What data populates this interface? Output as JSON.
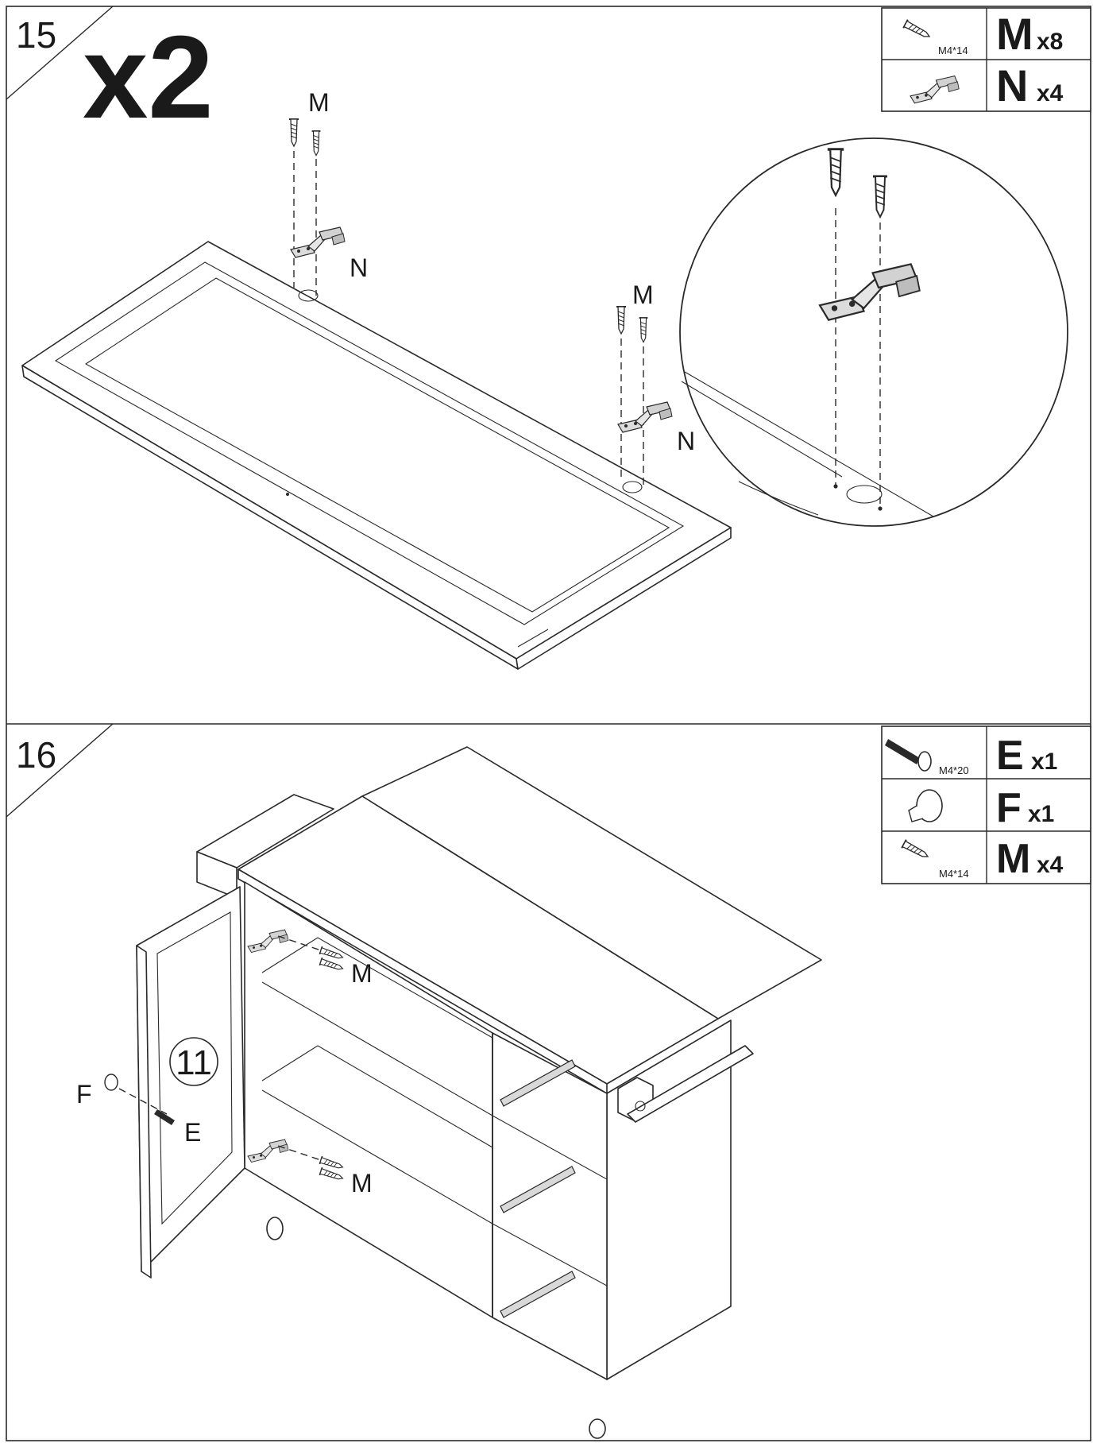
{
  "steps": [
    {
      "number": "15",
      "multiplier": "x2",
      "parts": [
        {
          "letter": "M",
          "qty": "x8",
          "spec": "M4*14",
          "icon": "wood-screw-icon"
        },
        {
          "letter": "N",
          "qty": "x4",
          "spec": "",
          "icon": "hinge-icon"
        }
      ],
      "callouts": {
        "screw": "M",
        "hinge": "N"
      }
    },
    {
      "number": "16",
      "parts": [
        {
          "letter": "E",
          "qty": "x1",
          "spec": "M4*20",
          "icon": "machine-bolt-icon"
        },
        {
          "letter": "F",
          "qty": "x1",
          "spec": "",
          "icon": "knob-icon"
        },
        {
          "letter": "M",
          "qty": "x4",
          "spec": "M4*14",
          "icon": "wood-screw-icon"
        }
      ],
      "door_number": "11",
      "callouts": {
        "screw": "M",
        "knob": "F",
        "bolt": "E"
      }
    }
  ]
}
